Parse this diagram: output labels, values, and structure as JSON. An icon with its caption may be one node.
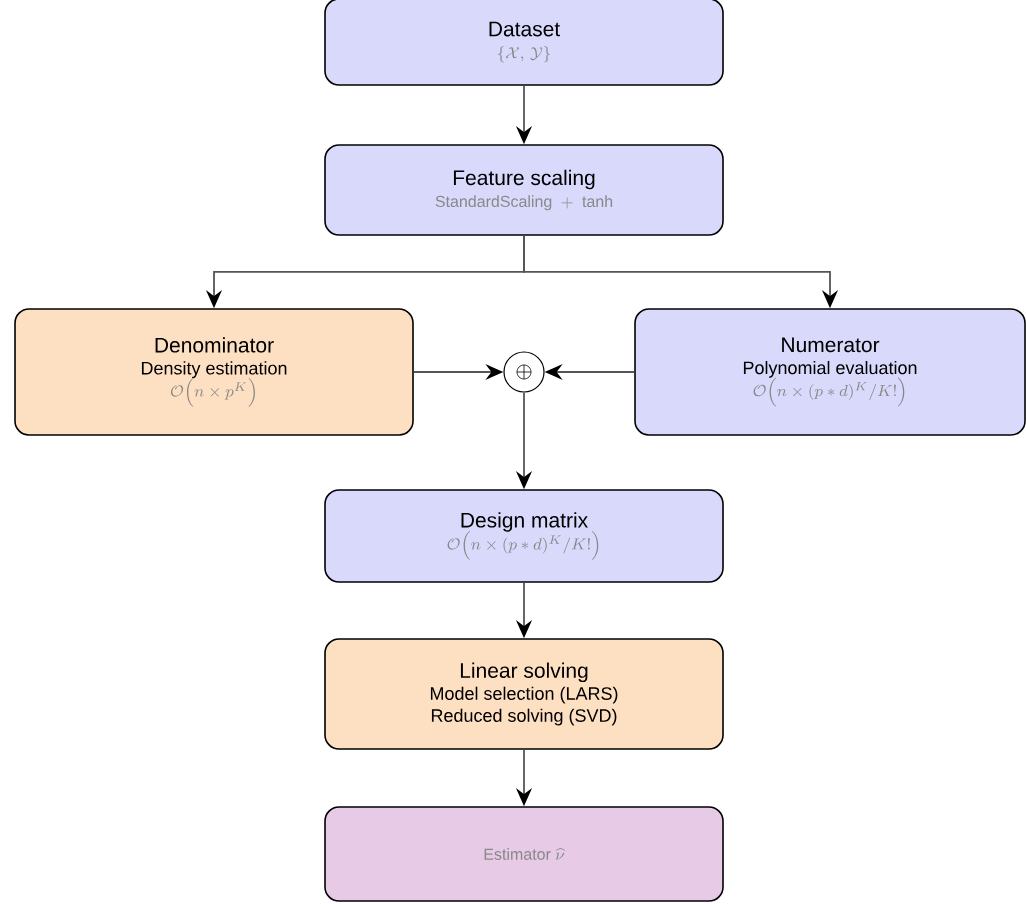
{
  "diagram": {
    "nodes": [
      {
        "text": [
          "Dataset",
          "\\{\\mathcal{X},\\, \\mathcal{Y}\\}"
        ]
      },
      {
        "text": [
          "Feature scaling",
          "\\mathrm{StandardScaling}\\ +\\ \\tanh"
        ]
      },
      {
        "text": [
          "Denominator",
          "Density estimation",
          "\\mathcal{O}\\Big(n \\times p^{K}\\Big)"
        ]
      },
      {
        "text": [],
        "shape": "circle"
      },
      {
        "text": [
          "Numerator",
          "Polynomial evaluation",
          "\\mathcal{O}\\Big(n \\times (p * d)^{K}/K!\\Big)"
        ]
      },
      {
        "text": [
          "Design matrix",
          "\\mathcal{O}\\Big(n \\times (p * d)^{K}/K!\\Big)"
        ]
      },
      {
        "text": [
          "Linear solving",
          "Model selection (LARS)",
          "Reduced solving (SVD)"
        ]
      },
      {
        "text": [
          "\\text{Estimator }\\widehat{\\nu}"
        ]
      }
    ],
    "edges": [
      {
        "from": 0,
        "to": 1,
        "arrow": "to"
      },
      {
        "from": 1,
        "to": 2,
        "arrow": "to"
      },
      {
        "from": 1,
        "to": 4,
        "arrow": "to"
      },
      {
        "from": 2,
        "to": 3,
        "arrow": "to"
      },
      {
        "from": 4,
        "to": 3,
        "arrow": "to"
      },
      {
        "from": 3,
        "to": 5,
        "arrow": "to"
      },
      {
        "from": 5,
        "to": 6,
        "arrow": "to"
      },
      {
        "from": 6,
        "to": 7,
        "arrow": "to"
      }
    ]
  }
}
